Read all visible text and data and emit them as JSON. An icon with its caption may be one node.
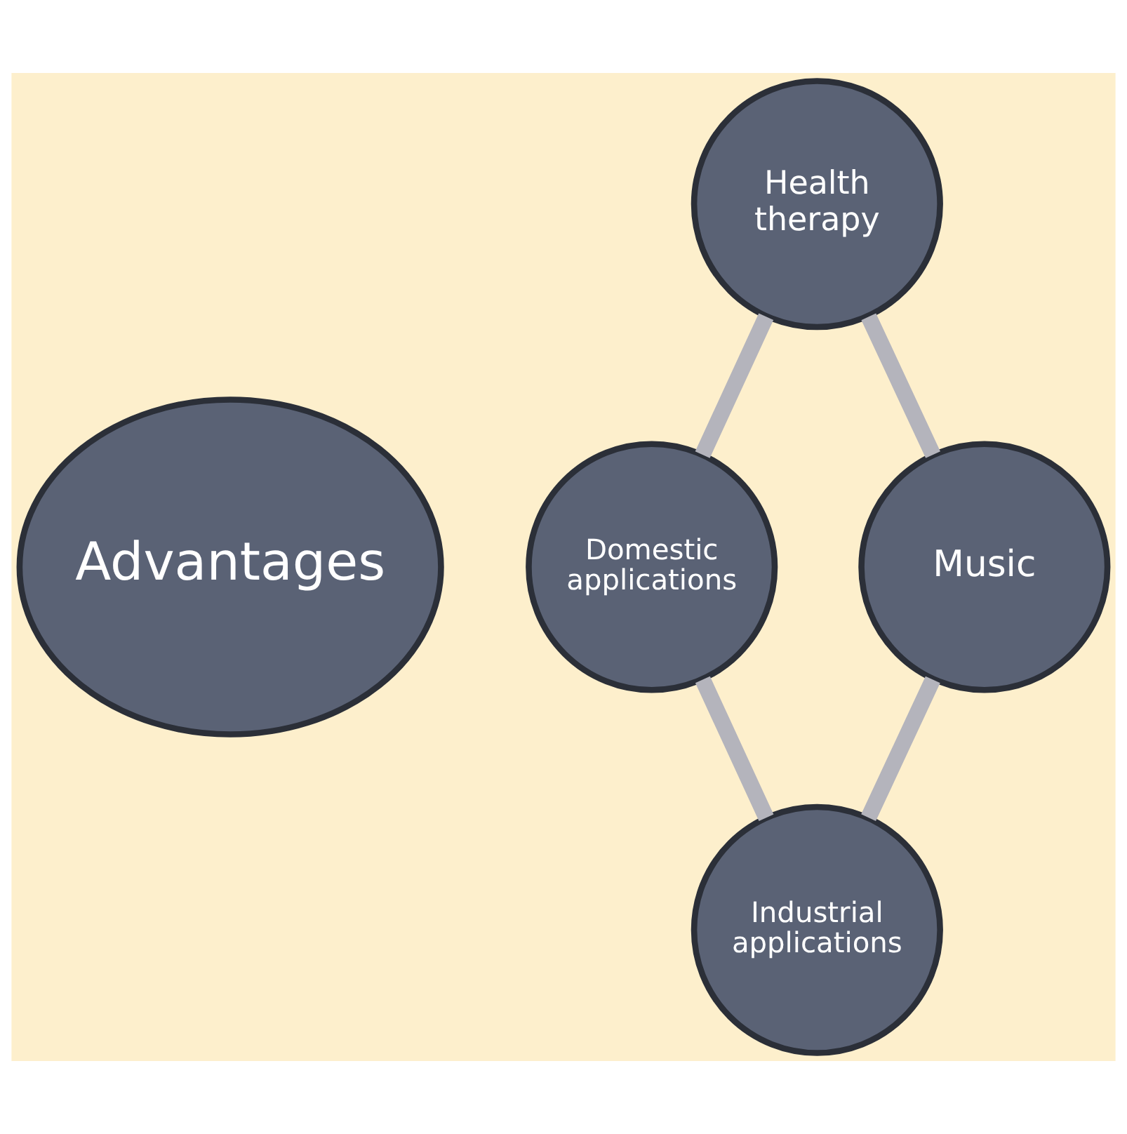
{
  "diagram": {
    "nodes": [
      {
        "text": [
          "Advantages"
        ]
      },
      {
        "text": [
          "Health therapy"
        ]
      },
      {
        "text": [
          "Domestic applications"
        ]
      },
      {
        "text": [
          "Industrial applications"
        ]
      },
      {
        "text": [
          "Music"
        ]
      }
    ],
    "edges": [
      {
        "from": 1,
        "to": 2,
        "arrow": "none"
      },
      {
        "from": 2,
        "to": 3,
        "arrow": "none"
      },
      {
        "from": 3,
        "to": 4,
        "arrow": "none"
      },
      {
        "from": 4,
        "to": 1,
        "arrow": "none"
      }
    ]
  }
}
